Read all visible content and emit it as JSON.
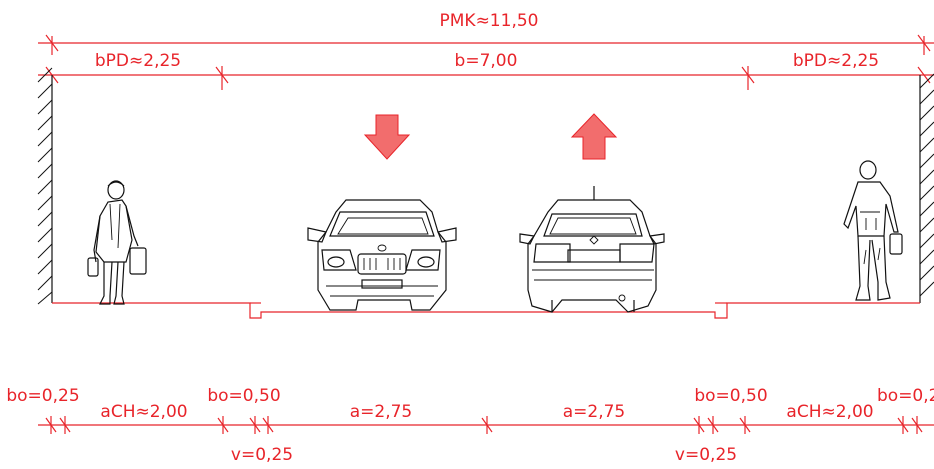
{
  "dimensions": {
    "top_total": "PMK≈11,50",
    "sidewalk_left": "bPD≈2,25",
    "carriageway": "b=7,00",
    "sidewalk_right": "bPD≈2,25"
  },
  "bottom_dimensions": {
    "bo_left_outer": "bo=0,25",
    "ach_left": "aCH≈2,00",
    "bo_left_inner": "bo=0,50",
    "v_left": "v=0,25",
    "lane_left": "a=2,75",
    "lane_right": "a=2,75",
    "v_right": "v=0,25",
    "bo_right_inner": "bo=0,50",
    "ach_right": "aCH≈2,00",
    "bo_right_outer": "bo=0,2"
  },
  "colors": {
    "dimension": "#e8242a",
    "arrow_fill": "#f26d6d",
    "drawing": "#111111"
  },
  "icons": {
    "arrow_down": "arrow-down-icon",
    "arrow_up": "arrow-up-icon"
  }
}
